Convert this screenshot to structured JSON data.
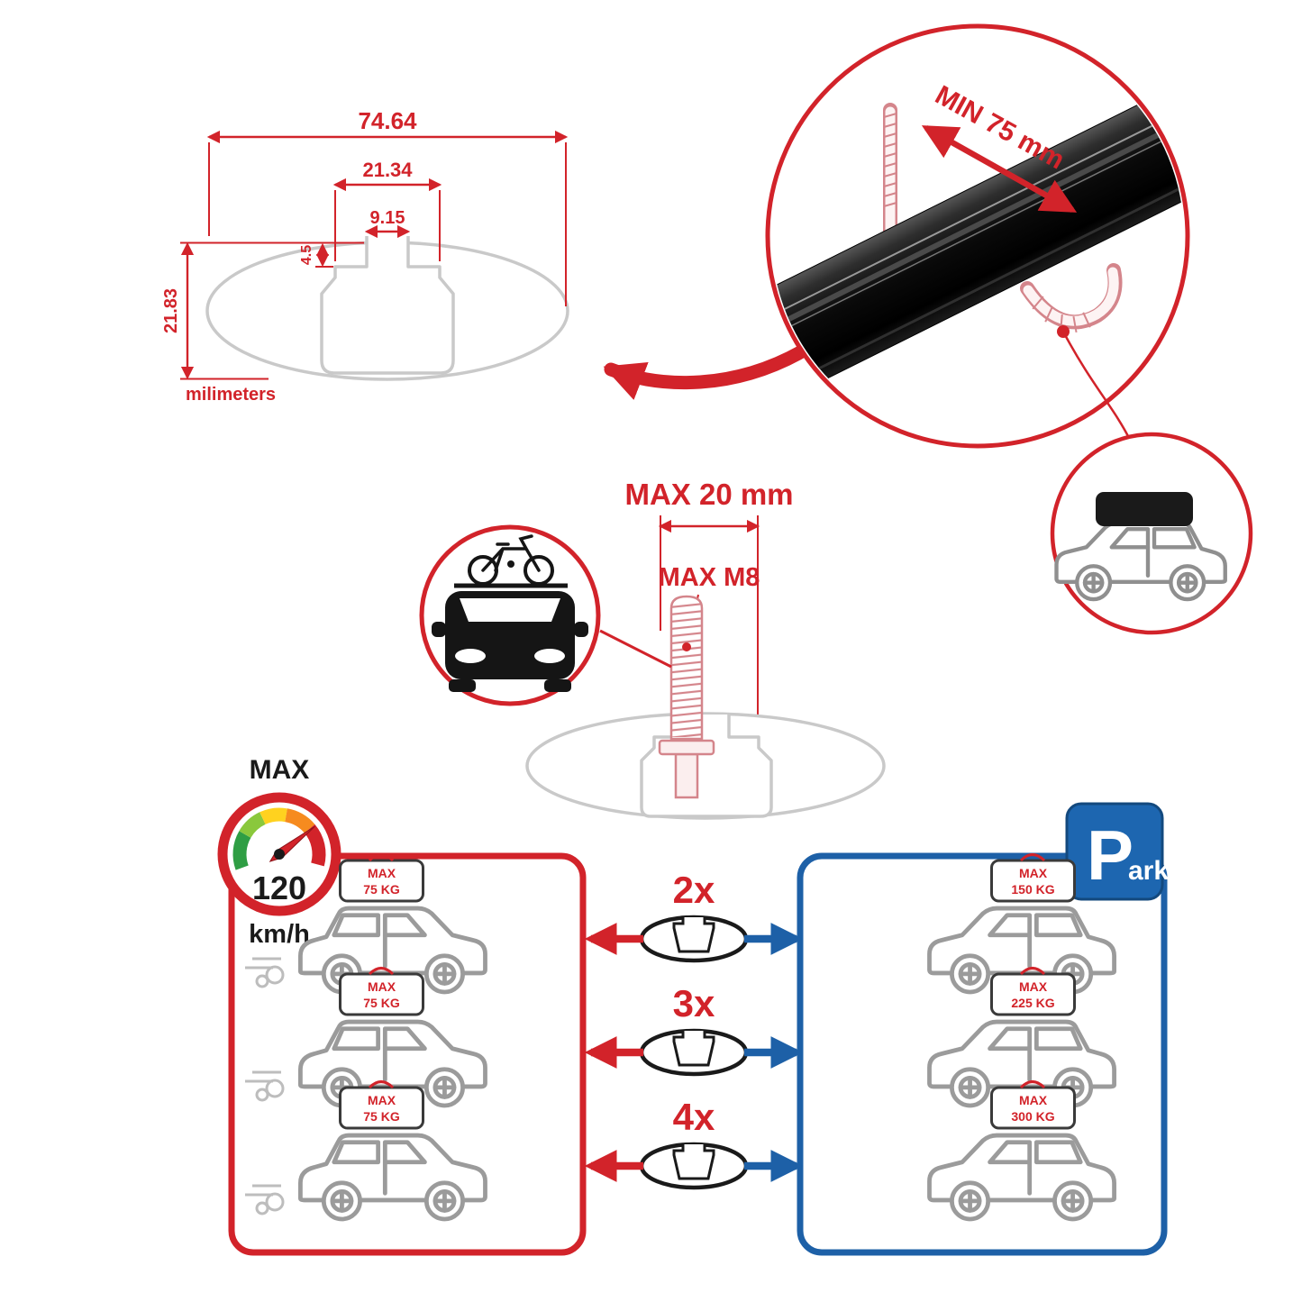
{
  "colors": {
    "red": "#d2232a",
    "blue": "#1d60a7",
    "profile_gray": "#c9c9c9",
    "bar_black": "#0a0a0a",
    "clamp_pink": "#d4858b",
    "gauge_arc": [
      "#2f9e44",
      "#8ac83c",
      "#ffd21f",
      "#f68b1f",
      "#d2232a"
    ]
  },
  "cross_section_diagram": {
    "total_width": "74.64",
    "slot_outer_width": "21.34",
    "slot_opening_width": "9.15",
    "slot_lip_depth": "4.5",
    "total_height": "21.83",
    "units_label": "milimeters"
  },
  "clamp_detail": {
    "min_clearance_label": "MIN 75 mm"
  },
  "bolt_detail": {
    "max_length_label": "MAX 20 mm",
    "max_thread_label": "MAX M8"
  },
  "speed_limit": {
    "heading": "MAX",
    "value": "120",
    "unit": "km/h"
  },
  "parking_sign": {
    "letter": "P",
    "suffix": "ark"
  },
  "capacity": {
    "rows": [
      {
        "multiplier": "2x",
        "driving": {
          "line1": "MAX",
          "line2": "75 KG"
        },
        "parked": {
          "line1": "MAX",
          "line2": "150 KG"
        }
      },
      {
        "multiplier": "3x",
        "driving": {
          "line1": "MAX",
          "line2": "75 KG"
        },
        "parked": {
          "line1": "MAX",
          "line2": "225 KG"
        }
      },
      {
        "multiplier": "4x",
        "driving": {
          "line1": "MAX",
          "line2": "75 KG"
        },
        "parked": {
          "line1": "MAX",
          "line2": "300 KG"
        }
      }
    ]
  }
}
